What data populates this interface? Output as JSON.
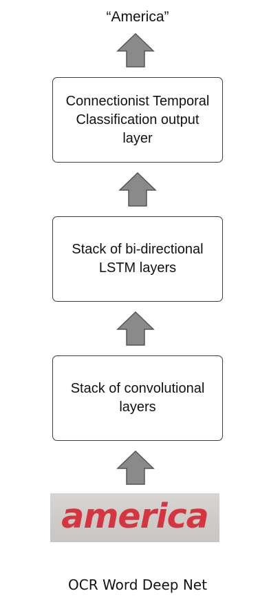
{
  "output_label": "“America”",
  "boxes": {
    "ctc": "Connectionist Temporal\nClassification output\nlayer",
    "lstm": "Stack of bi-directional\nLSTM layers",
    "conv": "Stack of convolutional\nlayers"
  },
  "input_image": {
    "word": "america",
    "text_color": "#d6343f",
    "background_color": "#cfcdc9"
  },
  "caption": "OCR Word Deep Net",
  "colors": {
    "arrow_fill": "#8a8a8a",
    "arrow_stroke": "#555555",
    "box_border": "#3a3a3a"
  }
}
